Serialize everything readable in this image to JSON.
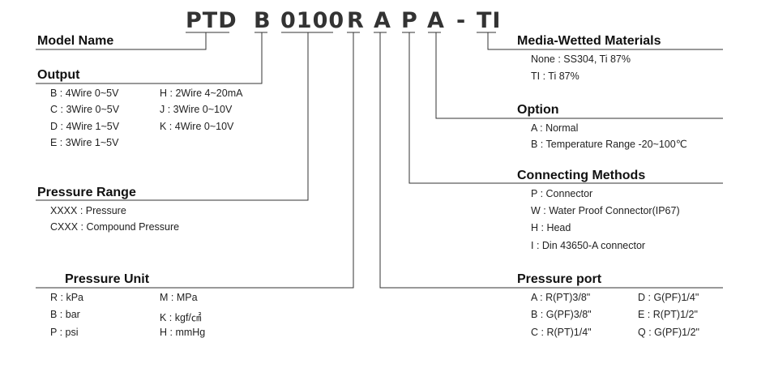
{
  "model_code": {
    "prefix": "PTD",
    "output": "B",
    "range": "0100",
    "unit": "R",
    "port": "A",
    "method": "P",
    "option": "A",
    "dash": "-",
    "material": "TI"
  },
  "sections": {
    "model_name": {
      "title": "Model Name"
    },
    "output": {
      "title": "Output",
      "col1": [
        "B : 4Wire 0~5V",
        "C : 3Wire 0~5V",
        "D : 4Wire 1~5V",
        "E : 3Wire 1~5V"
      ],
      "col2": [
        "H : 2Wire 4~20mA",
        "J : 3Wire 0~10V",
        "K : 4Wire 0~10V"
      ]
    },
    "pressure_range": {
      "title": "Pressure Range",
      "items": [
        "XXXX : Pressure",
        "CXXX : Compound Pressure"
      ]
    },
    "pressure_unit": {
      "title": "Pressure Unit",
      "col1": [
        "R : kPa",
        "B : bar",
        "P : psi"
      ],
      "col2": [
        "M : MPa",
        "K : kgf/㎠",
        "H : mmHg"
      ]
    },
    "media_wetted": {
      "title": "Media-Wetted Materials",
      "items": [
        "None : SS304, Ti 87%",
        "TI : Ti 87%"
      ]
    },
    "option": {
      "title": "Option",
      "items": [
        "A : Normal",
        "B : Temperature Range -20~100℃"
      ]
    },
    "connecting_methods": {
      "title": "Connecting Methods",
      "items": [
        "P : Connector",
        "W : Water Proof Connector(IP67)",
        "H : Head",
        "I : Din 43650-A connector"
      ]
    },
    "pressure_port": {
      "title": "Pressure port",
      "col1": [
        "A : R(PT)3/8\"",
        "B : G(PF)3/8\"",
        "C : R(PT)1/4\""
      ],
      "col2": [
        "D : G(PF)1/4\"",
        "E : R(PT)1/2\"",
        "Q : G(PF)1/2\""
      ]
    }
  }
}
